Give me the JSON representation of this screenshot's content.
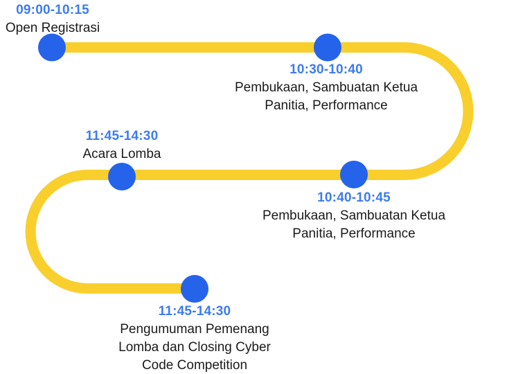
{
  "colors": {
    "path_yellow": "#F9CF2D",
    "node_blue": "#2563EB",
    "time_blue": "#3D7BF2",
    "text_black": "#1A1A1A",
    "background": "#FFFFFF"
  },
  "timeline": {
    "events": [
      {
        "time": "09:00-10:15",
        "lines": [
          "Open Registrasi"
        ]
      },
      {
        "time": "10:30-10:40",
        "lines": [
          "Pembukaan, Sambuatan Ketua",
          "Panitia, Performance"
        ]
      },
      {
        "time": "11:45-14:30",
        "lines": [
          "Acara Lomba"
        ]
      },
      {
        "time": "10:40-10:45",
        "lines": [
          "Pembukaan, Sambuatan Ketua",
          "Panitia, Performance"
        ]
      },
      {
        "time": "11:45-14:30",
        "lines": [
          "Pengumuman Pemenang",
          "Lomba dan Closing Cyber",
          "Code Competition"
        ]
      }
    ]
  }
}
